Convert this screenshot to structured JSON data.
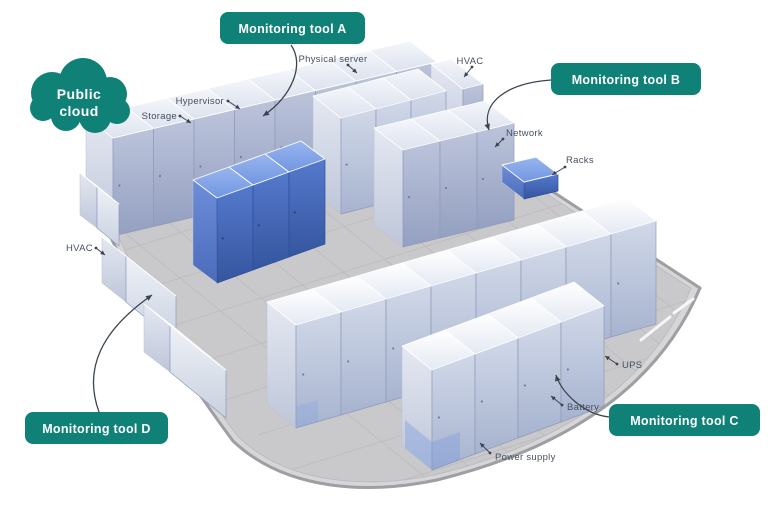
{
  "diagram": {
    "cloud": {
      "label": "Public cloud",
      "line1": "Public",
      "line2": "cloud"
    },
    "badges": {
      "a": "Monitoring tool A",
      "b": "Monitoring tool B",
      "c": "Monitoring tool C",
      "d": "Monitoring tool D"
    },
    "labels": {
      "physical_server": "Physical server",
      "hypervisor": "Hypervisor",
      "storage": "Storage",
      "hvac_top": "HVAC",
      "network": "Network",
      "racks": "Racks",
      "hvac_left": "HVAC",
      "ups": "UPS",
      "battery": "Battery",
      "power_supply": "Power supply"
    },
    "colors": {
      "teal": "#0F8176",
      "rack_blue": "#4a70c4",
      "rack_gray": "#aab4cf",
      "floor_gray": "#c9c9cc",
      "label_text": "#47505f",
      "badge_text": "#ffffff"
    }
  }
}
